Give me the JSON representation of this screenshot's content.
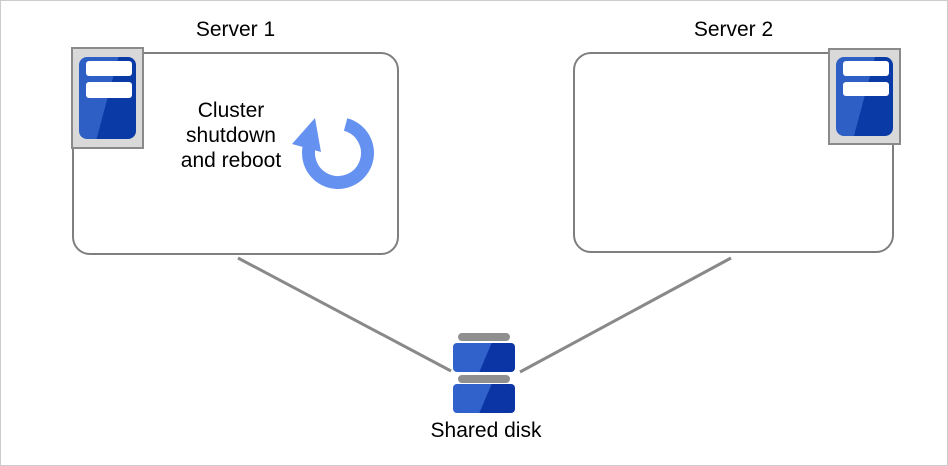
{
  "diagram": {
    "servers": [
      {
        "label": "Server 1"
      },
      {
        "label": "Server 2"
      }
    ],
    "cluster_action": {
      "line1": "Cluster",
      "line2": "shutdown",
      "line3": "and reboot"
    },
    "shared_disk": {
      "label": "Shared disk"
    },
    "icons": {
      "server": "server-tower-icon",
      "reboot": "reboot-arrow-icon",
      "shared_disk": "shared-disk-icon"
    },
    "colors": {
      "server-blue-light": "#2e5fc5",
      "server-blue-dark": "#0a3aa6",
      "disk-blue-light": "#3161cb",
      "disk-blue-dark": "#0b35a5",
      "reboot-arrow-blue": "#6591f1",
      "connector-gray": "#898989",
      "border-gray": "#7f7f7f",
      "frame-gray": "#d9d9d9"
    }
  }
}
